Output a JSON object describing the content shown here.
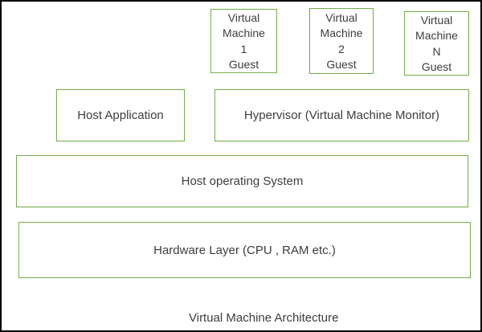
{
  "diagram": {
    "caption": "Virtual Machine Architecture",
    "colors": {
      "box_border": "#70AD47",
      "outer_border": "#000000",
      "text": "#3d3d3d",
      "background": "#ffffff"
    },
    "vm_boxes": [
      {
        "id": "vm-1",
        "lines": [
          "Virtual",
          "Machine",
          "1",
          "Guest"
        ]
      },
      {
        "id": "vm-2",
        "lines": [
          "Virtual",
          "Machine",
          "2",
          "Guest"
        ]
      },
      {
        "id": "vm-n",
        "lines": [
          "Virtual",
          "Machine",
          "N",
          "Guest"
        ]
      }
    ],
    "layers": {
      "host_application": "Host Application",
      "hypervisor": "Hypervisor (Virtual Machine Monitor)",
      "host_os": "Host operating System",
      "hardware": "Hardware Layer (CPU , RAM etc.)"
    }
  }
}
